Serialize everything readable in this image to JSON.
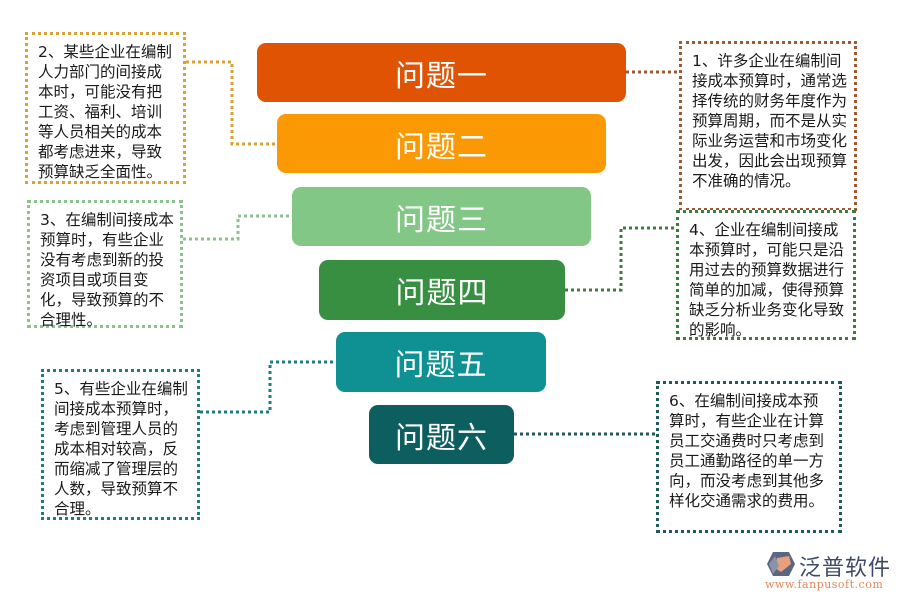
{
  "diagram": {
    "type": "funnel-with-callouts",
    "problems": [
      {
        "label": "问题一",
        "color": "#E05302"
      },
      {
        "label": "问题二",
        "color": "#FB9905"
      },
      {
        "label": "问题三",
        "color": "#82C785"
      },
      {
        "label": "问题四",
        "color": "#398F41"
      },
      {
        "label": "问题五",
        "color": "#0F9193"
      },
      {
        "label": "问题六",
        "color": "#0C5E5F"
      }
    ],
    "notes": [
      {
        "id": 1,
        "border_color": "#9E5A32",
        "text": "1、许多企业在编制间接成本预算时，通常选择传统的财务年度作为预算周期，而不是从实际业务运营和市场变化出发，因此会出现预算不准确的情况。"
      },
      {
        "id": 2,
        "border_color": "#D9A237",
        "text": "2、某些企业在编制人力部门的间接成本时，可能没有把工资、福利、培训等人员相关的成本都考虑进来，导致预算缺乏全面性。"
      },
      {
        "id": 3,
        "border_color": "#8BC28E",
        "text": "3、在编制间接成本预算时，有些企业没有考虑到新的投资项目或项目变化，导致预算的不合理性。"
      },
      {
        "id": 4,
        "border_color": "#3E7C3E",
        "text": "4、企业在编制间接成本预算时，可能只是沿用过去的预算数据进行简单的加减，使得预算缺乏分析业务变化导致的影响。"
      },
      {
        "id": 5,
        "border_color": "#1D7C80",
        "text": "5、有些企业在编制间接成本预算时，考虑到管理人员的成本相对较高，反而缩减了管理层的人数，导致预算不合理。"
      },
      {
        "id": 6,
        "border_color": "#1F5B5E",
        "text": "6、在编制间接成本预算时，有些企业在计算员工交通费时只考虑到员工通勤路径的单一方向，而没考虑到其他多样化交通需求的费用。"
      }
    ]
  },
  "watermark": {
    "brand": "泛普软件",
    "url": "www.fanpusoft.com"
  }
}
